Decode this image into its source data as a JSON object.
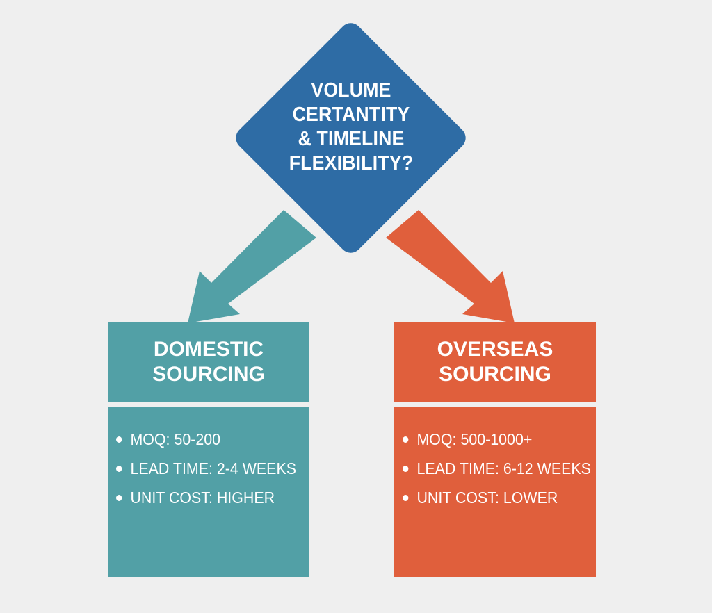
{
  "decision": {
    "lines": [
      "VOLUME",
      "CERTANTITY",
      "& TIMELINE",
      "FLEXIBILITY?"
    ]
  },
  "domestic": {
    "title_lines": [
      "DOMESTIC",
      "SOURCING"
    ],
    "bullets": [
      "MOQ: 50-200",
      "LEAD TIME: 2-4 WEEKS",
      "UNIT COST: HIGHER"
    ]
  },
  "overseas": {
    "title_lines": [
      "OVERSEAS",
      "SOURCING"
    ],
    "bullets": [
      "MOQ: 500-1000+",
      "LEAD TIME: 6-12 WEEKS",
      "UNIT COST: LOWER"
    ]
  },
  "colors": {
    "background": "#efefef",
    "diamond": "#2e6ca5",
    "domestic": "#52a0a6",
    "overseas": "#e05f3c",
    "text": "#ffffff"
  }
}
